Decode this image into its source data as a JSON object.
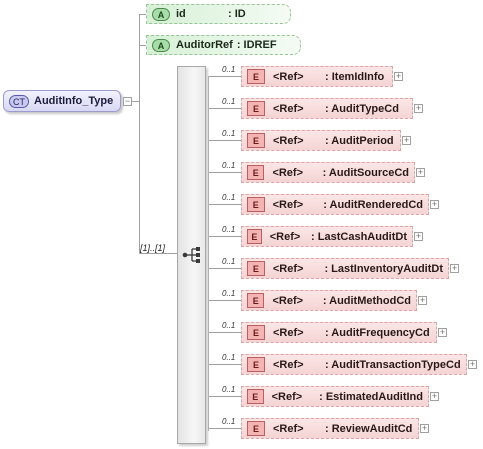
{
  "complex_type": {
    "icon_text": "CT",
    "name": "AuditInfo_Type"
  },
  "attributes": [
    {
      "icon_text": "A",
      "name": "id",
      "type": ": ID"
    },
    {
      "icon_text": "A",
      "name": "AuditorRef",
      "type": ": IDREF"
    }
  ],
  "sequence": {
    "cardinality": "[1]..[1]",
    "icon": "sequence-icon"
  },
  "elements": [
    {
      "cardinality": "0..1",
      "icon_text": "E",
      "ref": "<Ref>",
      "name": ": ItemIdInfo"
    },
    {
      "cardinality": "0..1",
      "icon_text": "E",
      "ref": "<Ref>",
      "name": ": AuditTypeCd"
    },
    {
      "cardinality": "0..1",
      "icon_text": "E",
      "ref": "<Ref>",
      "name": ": AuditPeriod"
    },
    {
      "cardinality": "0..1",
      "icon_text": "E",
      "ref": "<Ref>",
      "name": ": AuditSourceCd"
    },
    {
      "cardinality": "0..1",
      "icon_text": "E",
      "ref": "<Ref>",
      "name": ": AuditRenderedCd"
    },
    {
      "cardinality": "0..1",
      "icon_text": "E",
      "ref": "<Ref>",
      "name": ": LastCashAuditDt"
    },
    {
      "cardinality": "0..1",
      "icon_text": "E",
      "ref": "<Ref>",
      "name": ": LastInventoryAuditDt"
    },
    {
      "cardinality": "0..1",
      "icon_text": "E",
      "ref": "<Ref>",
      "name": ": AuditMethodCd"
    },
    {
      "cardinality": "0..1",
      "icon_text": "E",
      "ref": "<Ref>",
      "name": ": AuditFrequencyCd"
    },
    {
      "cardinality": "0..1",
      "icon_text": "E",
      "ref": "<Ref>",
      "name": ": AuditTransactionTypeCd"
    },
    {
      "cardinality": "0..1",
      "icon_text": "E",
      "ref": "<Ref>",
      "name": ": EstimatedAuditInd"
    },
    {
      "cardinality": "0..1",
      "icon_text": "E",
      "ref": "<Ref>",
      "name": ": ReviewAuditCd"
    }
  ],
  "expand_symbol": "+",
  "collapse_symbol": "−",
  "colors": {
    "complex_type_fill": "#d8d8f4",
    "attribute_fill": "#d6f0d6",
    "element_fill": "#f4d4d4",
    "sequence_fill": "#e8e8e8",
    "connector": "#a0a0a0"
  }
}
